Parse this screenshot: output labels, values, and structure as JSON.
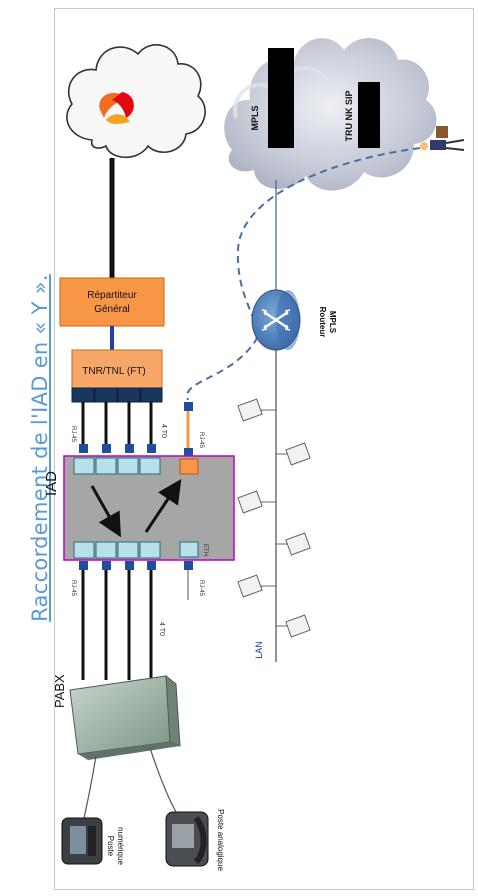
{
  "title": "Raccordement de l'IAD en « Y ».",
  "labels": {
    "mpls": "MPLS",
    "trunk_sip": "TRU NK SIP",
    "repartiteur_line1": "Répartiteur",
    "repartiteur_line2": "Général",
    "tnr_tnl": "TNR/TNL (FT)",
    "routeur_line1": "Routeur",
    "routeur_line2": "MPLS",
    "iad": "IAD",
    "rj45": "RJ-45",
    "four_t0": "4 T0",
    "eth": "ETH.",
    "lan": "LAN",
    "pabx": "PABX",
    "poste_numerique_line1": "Poste",
    "poste_numerique_line2": "numérique",
    "poste_analogique": "Poste analogique"
  },
  "colors": {
    "title_blue": "#5b9bd5",
    "repartiteur_orange": "#f79646",
    "port_cyan": "#b7e1e9",
    "port_navy": "#17375e",
    "connector_blue": "#1f4e9c",
    "iad_gray": "#a6a6a6",
    "iad_border": "#c000c0",
    "router_blue": "#4f81bd",
    "dashed_link": "#4a6fa5",
    "pabx_green": "#8fa89a"
  },
  "icons": [
    "cloud-icon",
    "operator-logo-icon",
    "router-icon",
    "computer-icon",
    "telephone-icon",
    "person-with-laptop-icon"
  ]
}
